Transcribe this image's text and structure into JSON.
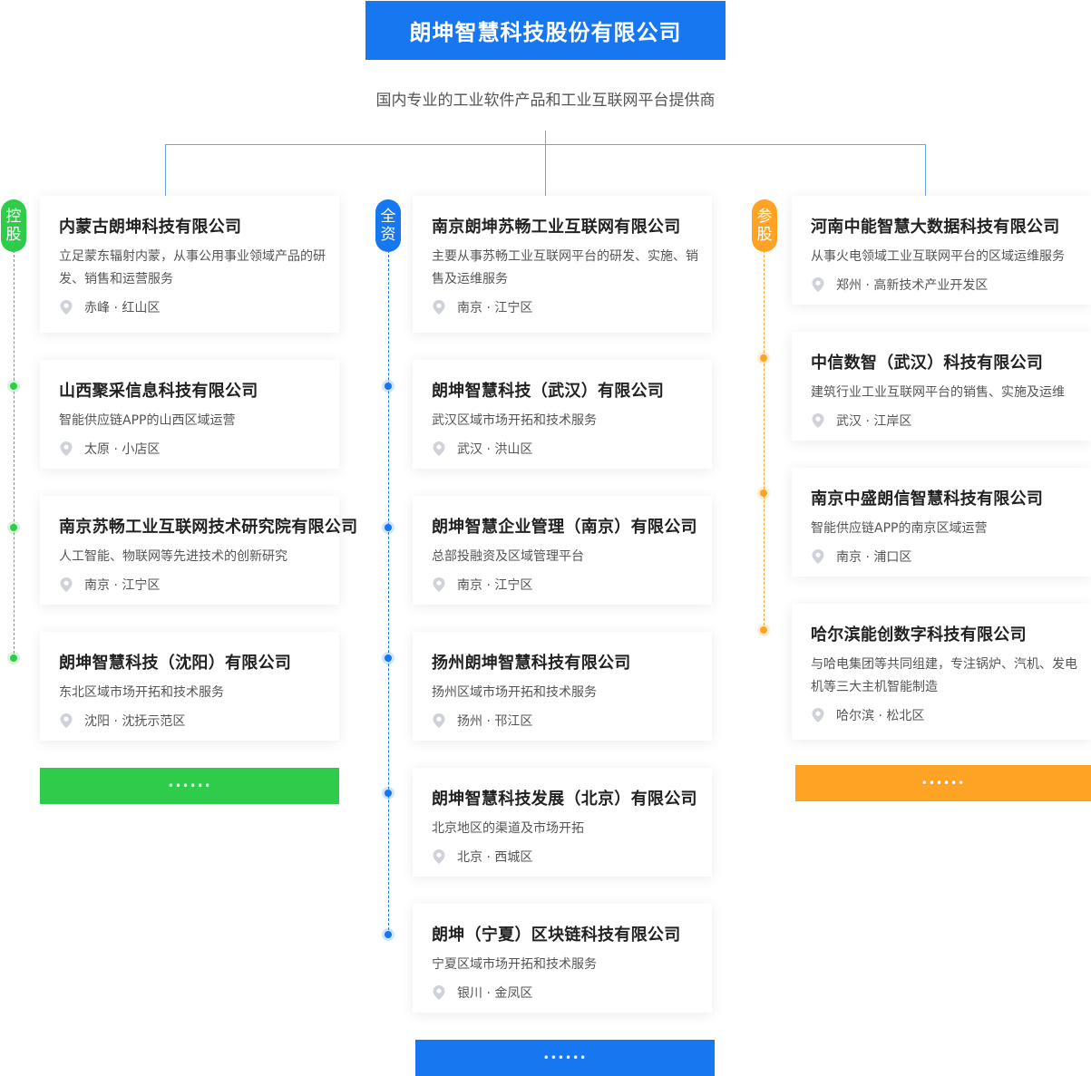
{
  "company": {
    "name": "朗坤智慧科技股份有限公司",
    "tagline": "国内专业的工业软件产品和工业互联网平台提供商"
  },
  "colors": {
    "green": "#2ecc4a",
    "blue": "#1677f0",
    "orange": "#ffa324"
  },
  "columns": [
    {
      "id": "holding",
      "badge": [
        "控",
        "股"
      ],
      "color": "#2ecc4a",
      "more_label": "••••••",
      "cards": [
        {
          "title": "内蒙古朗坤科技有限公司",
          "desc": "立足蒙东辐射内蒙，从事公用事业领域产品的研发、销售和运营服务",
          "location": "赤峰 · 红山区"
        },
        {
          "title": "山西聚采信息科技有限公司",
          "desc": "智能供应链APP的山西区域运营",
          "location": "太原 · 小店区"
        },
        {
          "title": "南京苏畅工业互联网技术研究院有限公司",
          "desc": "人工智能、物联网等先进技术的创新研究",
          "location": "南京 · 江宁区"
        },
        {
          "title": "朗坤智慧科技（沈阳）有限公司",
          "desc": "东北区域市场开拓和技术服务",
          "location": "沈阳 · 沈抚示范区"
        }
      ]
    },
    {
      "id": "wholly-owned",
      "badge": [
        "全",
        "资"
      ],
      "color": "#1677f0",
      "more_label": "••••••",
      "cards": [
        {
          "title": "南京朗坤苏畅工业互联网有限公司",
          "desc": "主要从事苏畅工业互联网平台的研发、实施、销售及运维服务",
          "location": "南京 · 江宁区"
        },
        {
          "title": "朗坤智慧科技（武汉）有限公司",
          "desc": "武汉区域市场开拓和技术服务",
          "location": "武汉 · 洪山区"
        },
        {
          "title": "朗坤智慧企业管理（南京）有限公司",
          "desc": "总部投融资及区域管理平台",
          "location": "南京 · 江宁区"
        },
        {
          "title": "扬州朗坤智慧科技有限公司",
          "desc": "扬州区域市场开拓和技术服务",
          "location": "扬州 · 邗江区"
        },
        {
          "title": "朗坤智慧科技发展（北京）有限公司",
          "desc": "北京地区的渠道及市场开拓",
          "location": "北京 · 西城区"
        },
        {
          "title": "朗坤（宁夏）区块链科技有限公司",
          "desc": "宁夏区域市场开拓和技术服务",
          "location": "银川 · 金凤区"
        }
      ]
    },
    {
      "id": "participating",
      "badge": [
        "参",
        "股"
      ],
      "color": "#ffa324",
      "more_label": "••••••",
      "cards": [
        {
          "title": "河南中能智慧大数据科技有限公司",
          "desc": "从事火电领域工业互联网平台的区域运维服务",
          "location": "郑州 · 高新技术产业开发区"
        },
        {
          "title": "中信数智（武汉）科技有限公司",
          "desc": "建筑行业工业互联网平台的销售、实施及运维",
          "location": "武汉 · 江岸区"
        },
        {
          "title": "南京中盛朗信智慧科技有限公司",
          "desc": "智能供应链APP的南京区域运营",
          "location": "南京 · 浦口区"
        },
        {
          "title": "哈尔滨能创数字科技有限公司",
          "desc": "与哈电集团等共同组建，专注锅炉、汽机、发电机等三大主机智能制造",
          "location": "哈尔滨 · 松北区"
        }
      ]
    }
  ]
}
